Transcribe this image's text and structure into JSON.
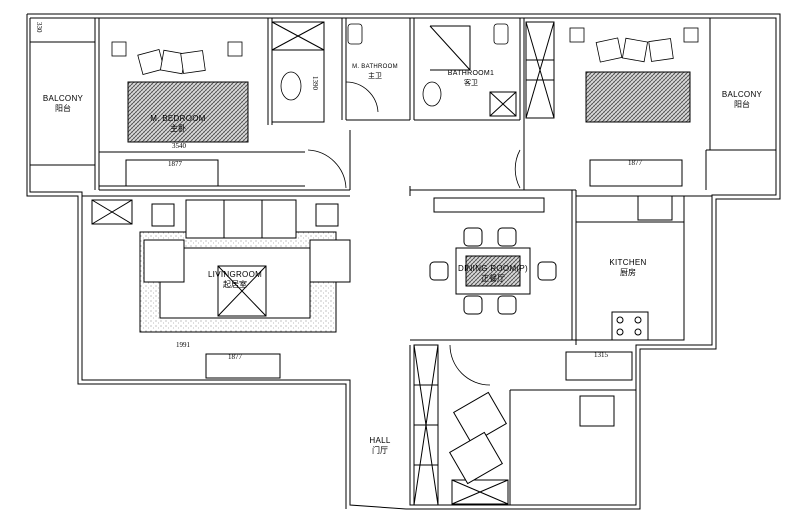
{
  "rooms": {
    "balcony_left": {
      "en": "BALCONY",
      "cn": "阳台"
    },
    "master_bedroom": {
      "en": "M. BEDROOM",
      "cn": "主卧"
    },
    "master_bathroom": {
      "en": "M. BATHROOM",
      "cn": "主卫"
    },
    "bathroom1": {
      "en": "BATHROOM1",
      "cn": "客卫"
    },
    "balcony_right": {
      "en": "BALCONY",
      "cn": "阳台"
    },
    "living_room": {
      "en": "LIVINGROOM",
      "cn": "起居室"
    },
    "dining_room": {
      "en": "DINING ROOM(P)",
      "cn": "正餐厅"
    },
    "kitchen": {
      "en": "KITCHEN",
      "cn": "厨房"
    },
    "hall": {
      "en": "HALL",
      "cn": "门厅"
    }
  },
  "dimensions": {
    "top_left": "330",
    "bedroom_width": "3540",
    "bath_height": "1390",
    "bedroom_wardrobe": "1877",
    "bedroom2_wardrobe": "1877",
    "living_tv_cabinet_width": "1991",
    "living_tv_cabinet": "1877",
    "study_desk": "1315"
  }
}
